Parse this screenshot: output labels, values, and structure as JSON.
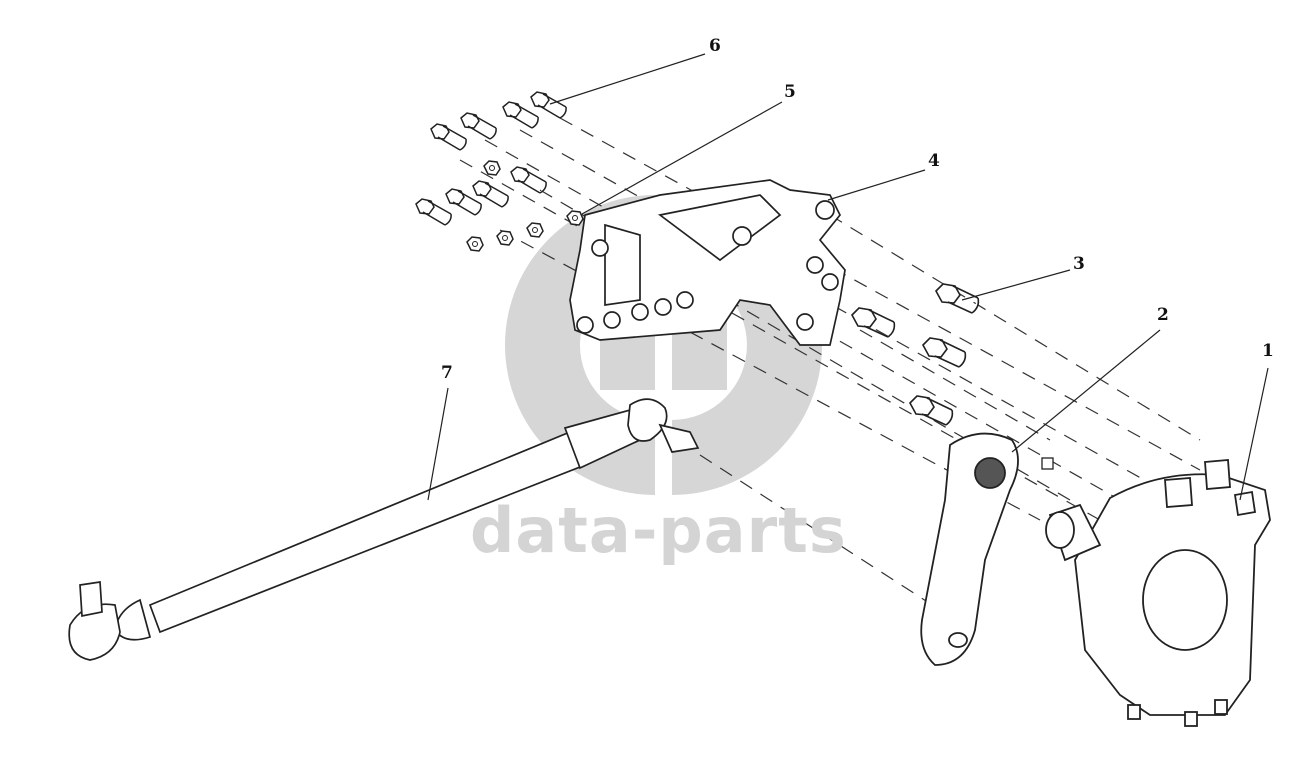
{
  "diagram": {
    "callouts": [
      {
        "id": "1",
        "label": "1"
      },
      {
        "id": "2",
        "label": "2"
      },
      {
        "id": "3",
        "label": "3"
      },
      {
        "id": "4",
        "label": "4"
      },
      {
        "id": "5",
        "label": "5"
      },
      {
        "id": "6",
        "label": "6"
      },
      {
        "id": "7",
        "label": "7"
      }
    ],
    "watermark": {
      "text": "data-parts"
    },
    "colors": {
      "line": "#222222",
      "watermark": "#d4d4d4",
      "background": "#ffffff"
    }
  }
}
